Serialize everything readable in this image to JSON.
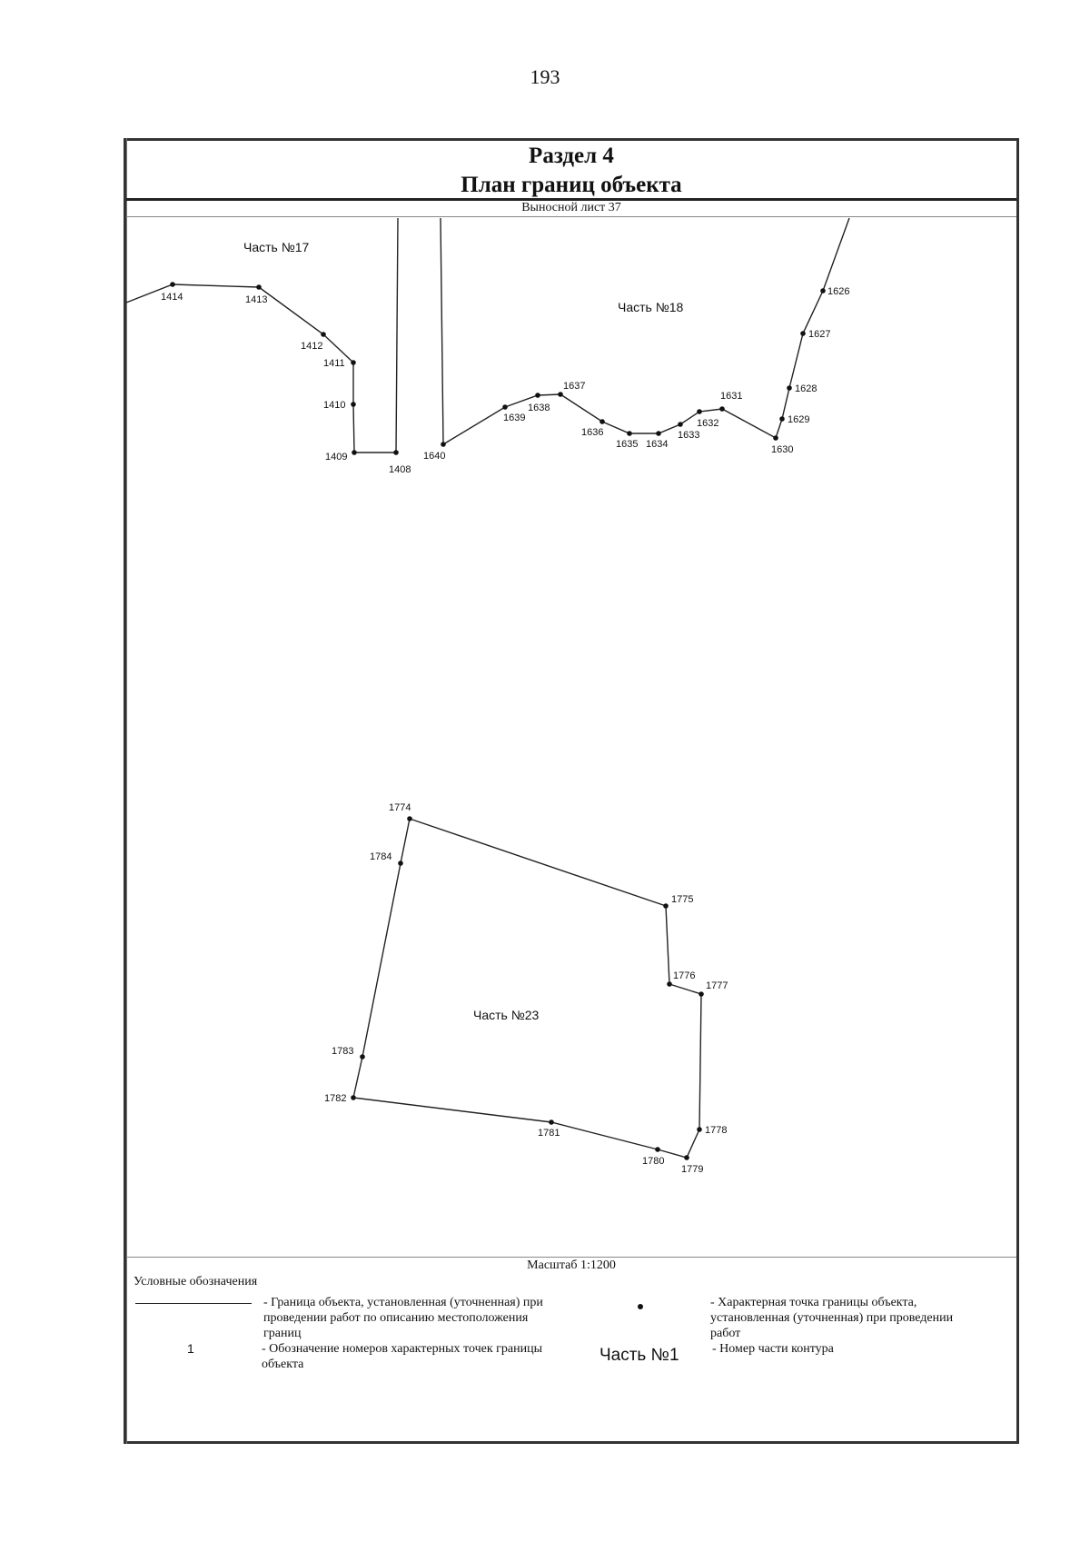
{
  "page": {
    "number": "193"
  },
  "header": {
    "line1": "Раздел 4",
    "line2": "План границ объекта"
  },
  "sheet": {
    "label": "Выносной лист 37"
  },
  "map": {
    "parts": [
      {
        "label": "Часть №17"
      },
      {
        "label": "Часть №18"
      },
      {
        "label": "Часть №23"
      }
    ],
    "point_labels": [
      "1414",
      "1413",
      "1412",
      "1411",
      "1410",
      "1409",
      "1408",
      "1640",
      "1639",
      "1638",
      "1637",
      "1636",
      "1635",
      "1634",
      "1633",
      "1632",
      "1631",
      "1630",
      "1629",
      "1628",
      "1627",
      "1626",
      "1774",
      "1784",
      "1783",
      "1782",
      "1781",
      "1780",
      "1779",
      "1778",
      "1777",
      "1776",
      "1775"
    ]
  },
  "scale": {
    "label": "Масштаб 1:1200"
  },
  "legend": {
    "title": "Условные обозначения",
    "boundary_text": "- Граница  объекта, установленная (уточненная) при проведении работ по описанию местоположения границ",
    "point_text": "- Характерная точка границы объекта, установленная (уточненная) при проведении работ",
    "number_sample": "1",
    "number_text": "- Обозначение номеров характерных точек границы объекта",
    "part_sample": "Часть №1",
    "part_text": "- Номер части контура"
  }
}
